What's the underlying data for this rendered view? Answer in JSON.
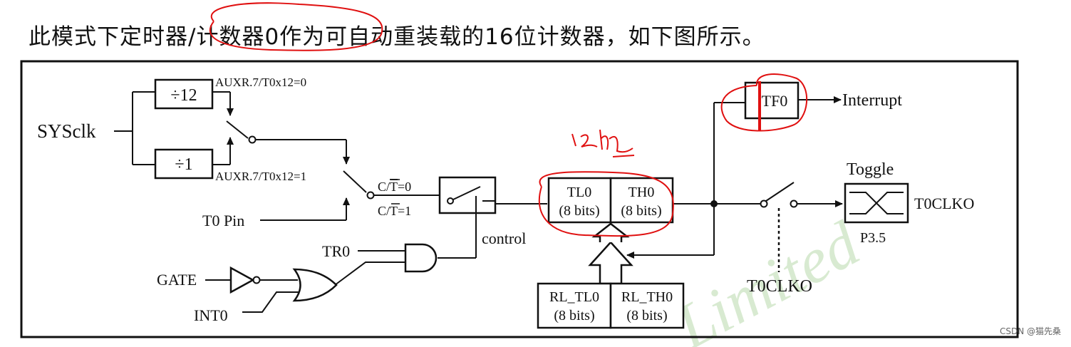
{
  "heading": "此模式下定时器/计数器0作为可自动重装载的16位计数器，如下图所示。",
  "diagram": {
    "sysclk": "SYSclk",
    "div12": "÷12",
    "div1": "÷1",
    "auxr_0": "AUXR.7/T0x12=0",
    "auxr_1": "AUXR.7/T0x12=1",
    "t0pin": "T0 Pin",
    "ct0_c": "C/",
    "ct0_t": "T",
    "ct0_v": "=0",
    "ct1_c": "C/",
    "ct1_t": "T",
    "ct1_v": "=1",
    "control": "control",
    "tr0": "TR0",
    "gate": "GATE",
    "int0": "INT0",
    "tl0": "TL0",
    "tl0_bits": "(8 bits)",
    "th0": "TH0",
    "th0_bits": "(8 bits)",
    "rl_tl0": "RL_TL0",
    "rl_tl0_bits": "(8 bits)",
    "rl_th0": "RL_TH0",
    "rl_th0_bits": "(8 bits)",
    "tf0": "TF0",
    "interrupt": "Interrupt",
    "toggle": "Toggle",
    "t0clko_out": "T0CLKO",
    "p35": "P3.5",
    "t0clko_switch": "T0CLKO",
    "watermark": "Limited"
  },
  "credit": "CSDN @猫先桑",
  "annotation_color": "#e01010"
}
